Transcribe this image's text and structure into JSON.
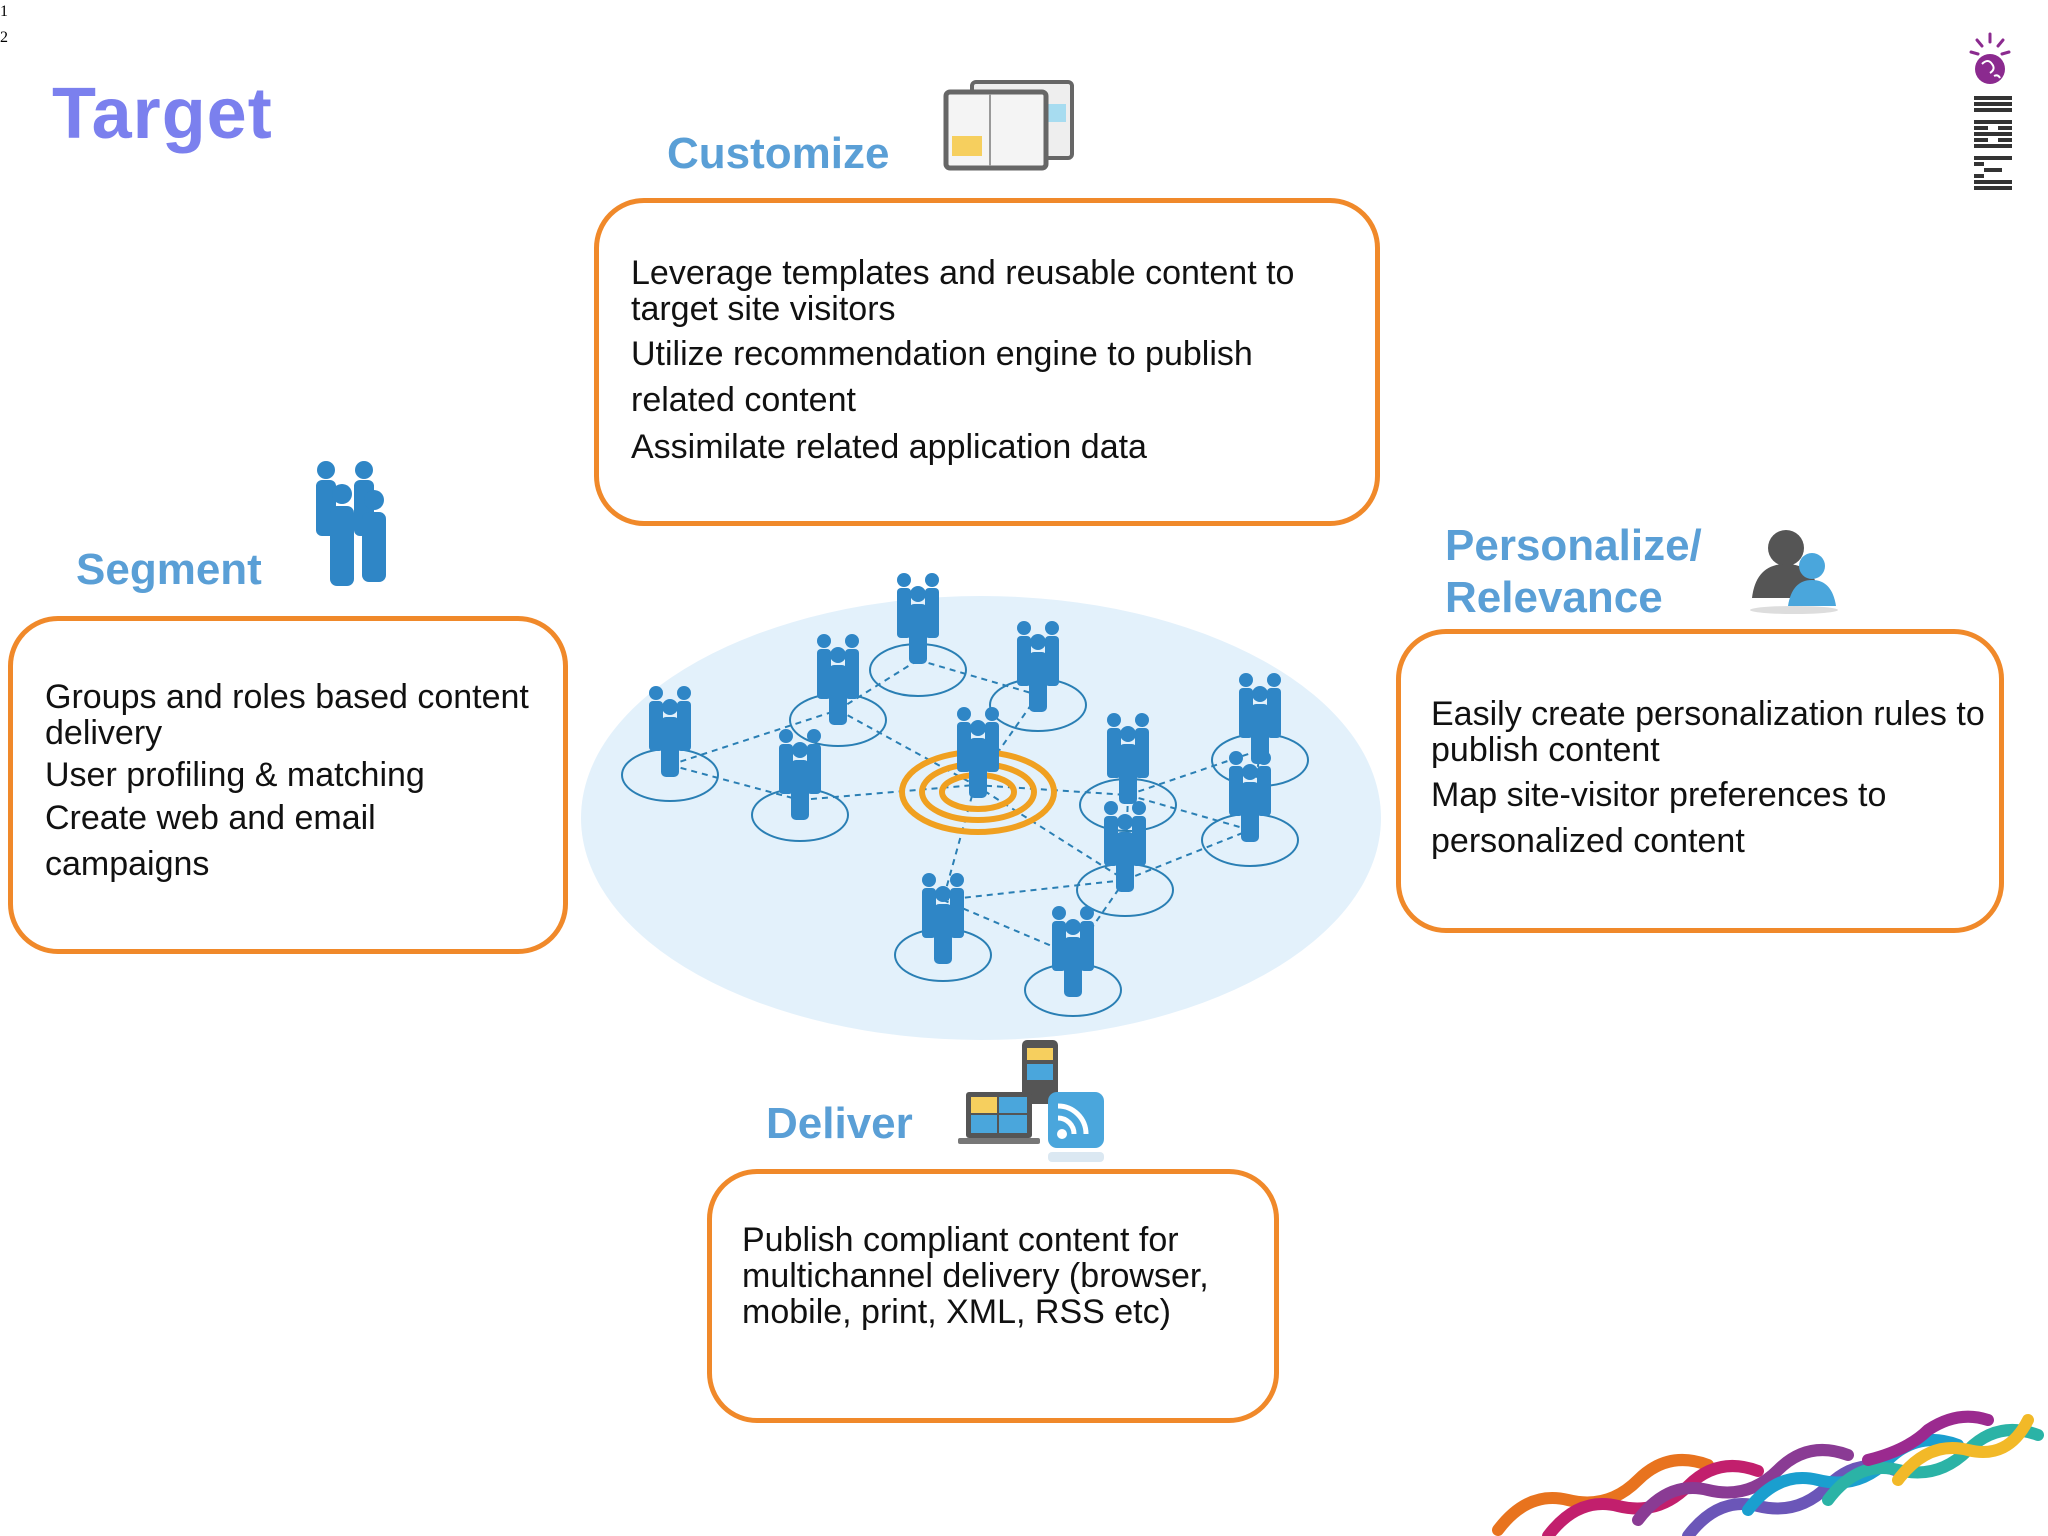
{
  "page_numbers": [
    "1",
    "2"
  ],
  "title": "Target",
  "sections": {
    "customize": {
      "heading": "Customize",
      "lines": [
        "Leverage templates and reusable content to target site visitors",
        "Utilize recommendation engine to publish related content",
        "Assimilate related application data"
      ]
    },
    "segment": {
      "heading": "Segment",
      "lines": [
        "Groups and roles based content delivery",
        "User profiling & matching",
        "Create web and email campaigns"
      ]
    },
    "personalize": {
      "heading_line1": "Personalize/",
      "heading_line2": "Relevance",
      "lines": [
        "Easily create personalization rules to publish content",
        "Map site-visitor preferences to personalized content"
      ]
    },
    "deliver": {
      "heading": "Deliver",
      "lines": [
        "Publish compliant content for multichannel delivery (browser, mobile, print, XML, RSS etc)"
      ]
    }
  },
  "logo": {
    "text": "IBM",
    "color": "#333333",
    "globe_color": "#8b2a8f"
  },
  "colors": {
    "title": "#7b80ee",
    "heading": "#5a9fd6",
    "box_border": "#f0892a",
    "people": "#2f86c6",
    "network_bg": "#e3f1fb"
  },
  "icons": [
    "windows-icon",
    "people-group-icon",
    "users-icon",
    "devices-icon",
    "network-icon"
  ]
}
